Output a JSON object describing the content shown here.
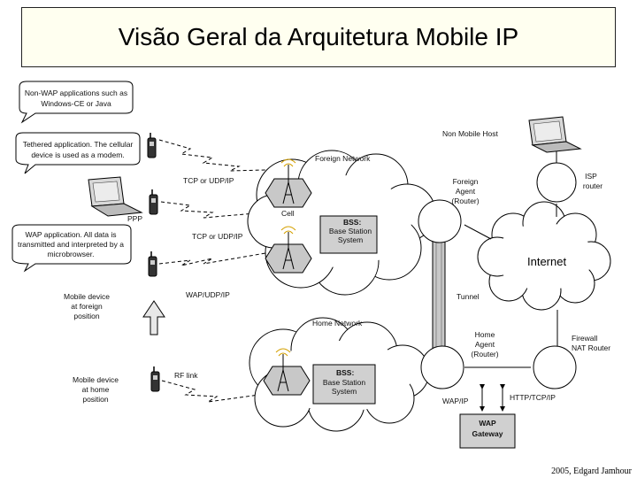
{
  "title": "Visão Geral da Arquitetura Mobile IP",
  "footer": "2005, Edgard Jamhour",
  "callouts": {
    "non_wap": [
      "Non-WAP applications such as",
      "Windows-CE or Java"
    ],
    "tethered": [
      "Tethered application. The cellular",
      "device is used as a modem."
    ],
    "wap": [
      "WAP application. All data is",
      "transmitted and interpreted by a",
      "microbrowser."
    ]
  },
  "labels": {
    "ppp": "PPP",
    "tcp_udp_1": "TCP or UDP/IP",
    "tcp_udp_2": "TCP or UDP/IP",
    "wap_udp": "WAP/UDP/IP",
    "rf_link": "RF link",
    "mobile_foreign": [
      "Mobile device",
      "at foreign",
      "position"
    ],
    "mobile_home": [
      "Mobile device",
      "at home",
      "position"
    ],
    "cell": "Cell",
    "foreign_network": "Foreign Network",
    "home_network": "Home Network",
    "bss_title": "BSS:",
    "bss_lines": [
      "Base Station",
      "System"
    ],
    "foreign_agent": [
      "Foreign",
      "Agent",
      "(Router)"
    ],
    "non_mobile_host": "Non Mobile Host",
    "isp_router": [
      "ISP",
      "router"
    ],
    "internet": "Internet",
    "tunnel": "Tunnel",
    "home_agent": [
      "Home",
      "Agent",
      "(Router)"
    ],
    "firewall": [
      "Firewall",
      "NAT Router"
    ],
    "wap_ip": "WAP/IP",
    "http_tcp_ip": "HTTP/TCP/IP",
    "wap_gateway": [
      "WAP",
      "Gateway"
    ]
  }
}
